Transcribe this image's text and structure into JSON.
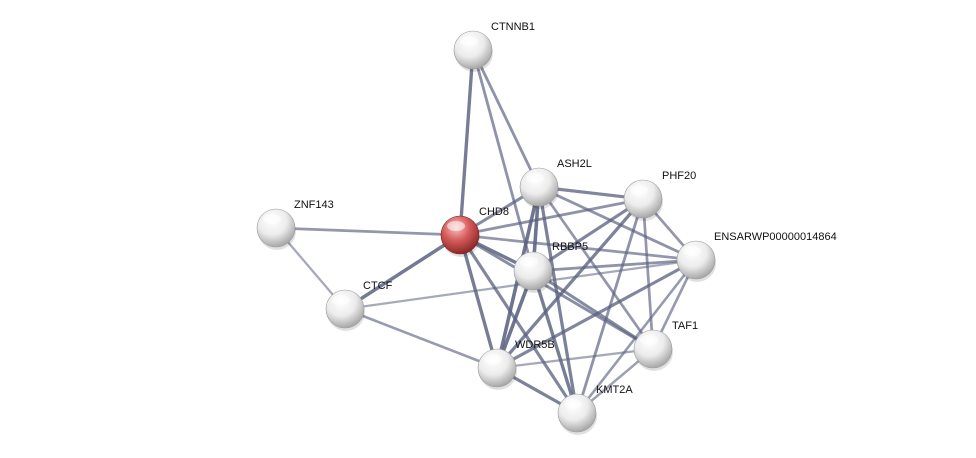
{
  "colors": {
    "edge": "#5a6080",
    "node_default": "#e6e6e6",
    "node_query": "#d24a4a"
  },
  "nodes": [
    {
      "id": "CTNNB1",
      "label": "CTNNB1",
      "query": false
    },
    {
      "id": "ASH2L",
      "label": "ASH2L",
      "query": false
    },
    {
      "id": "PHF20",
      "label": "PHF20",
      "query": false
    },
    {
      "id": "ZNF143",
      "label": "ZNF143",
      "query": false
    },
    {
      "id": "CHD8",
      "label": "CHD8",
      "query": true
    },
    {
      "id": "ENSARWP00000014864",
      "label": "ENSARWP00000014864",
      "query": false
    },
    {
      "id": "RBBP5",
      "label": "RBBP5",
      "query": false
    },
    {
      "id": "CTCF",
      "label": "CTCF",
      "query": false
    },
    {
      "id": "TAF1",
      "label": "TAF1",
      "query": false
    },
    {
      "id": "WDR5B",
      "label": "WDR5B",
      "query": false
    },
    {
      "id": "KMT2A",
      "label": "KMT2A",
      "query": false
    }
  ],
  "edges": [
    {
      "source": "CTNNB1",
      "target": "CHD8",
      "strength": 0.85
    },
    {
      "source": "CTNNB1",
      "target": "ASH2L",
      "strength": 0.6
    },
    {
      "source": "CTNNB1",
      "target": "RBBP5",
      "strength": 0.6
    },
    {
      "source": "ZNF143",
      "target": "CHD8",
      "strength": 0.55
    },
    {
      "source": "ZNF143",
      "target": "CTCF",
      "strength": 0.35
    },
    {
      "source": "CHD8",
      "target": "CTCF",
      "strength": 0.9
    },
    {
      "source": "CHD8",
      "target": "ASH2L",
      "strength": 0.7
    },
    {
      "source": "CHD8",
      "target": "RBBP5",
      "strength": 0.9
    },
    {
      "source": "CHD8",
      "target": "WDR5B",
      "strength": 0.85
    },
    {
      "source": "CHD8",
      "target": "KMT2A",
      "strength": 0.75
    },
    {
      "source": "CHD8",
      "target": "PHF20",
      "strength": 0.6
    },
    {
      "source": "CHD8",
      "target": "TAF1",
      "strength": 0.65
    },
    {
      "source": "CHD8",
      "target": "ENSARWP00000014864",
      "strength": 0.55
    },
    {
      "source": "CTCF",
      "target": "WDR5B",
      "strength": 0.5
    },
    {
      "source": "CTCF",
      "target": "ENSARWP00000014864",
      "strength": 0.35
    },
    {
      "source": "ASH2L",
      "target": "PHF20",
      "strength": 0.75
    },
    {
      "source": "ASH2L",
      "target": "RBBP5",
      "strength": 0.95
    },
    {
      "source": "ASH2L",
      "target": "WDR5B",
      "strength": 0.95
    },
    {
      "source": "ASH2L",
      "target": "KMT2A",
      "strength": 0.8
    },
    {
      "source": "ASH2L",
      "target": "TAF1",
      "strength": 0.55
    },
    {
      "source": "ASH2L",
      "target": "ENSARWP00000014864",
      "strength": 0.6
    },
    {
      "source": "PHF20",
      "target": "RBBP5",
      "strength": 0.75
    },
    {
      "source": "PHF20",
      "target": "WDR5B",
      "strength": 0.8
    },
    {
      "source": "PHF20",
      "target": "KMT2A",
      "strength": 0.6
    },
    {
      "source": "PHF20",
      "target": "TAF1",
      "strength": 0.55
    },
    {
      "source": "PHF20",
      "target": "ENSARWP00000014864",
      "strength": 0.55
    },
    {
      "source": "RBBP5",
      "target": "WDR5B",
      "strength": 0.95
    },
    {
      "source": "RBBP5",
      "target": "KMT2A",
      "strength": 0.85
    },
    {
      "source": "RBBP5",
      "target": "TAF1",
      "strength": 0.7
    },
    {
      "source": "RBBP5",
      "target": "ENSARWP00000014864",
      "strength": 0.6
    },
    {
      "source": "ENSARWP00000014864",
      "target": "WDR5B",
      "strength": 0.75
    },
    {
      "source": "ENSARWP00000014864",
      "target": "KMT2A",
      "strength": 0.5
    },
    {
      "source": "ENSARWP00000014864",
      "target": "TAF1",
      "strength": 0.5
    },
    {
      "source": "WDR5B",
      "target": "KMT2A",
      "strength": 0.8
    },
    {
      "source": "WDR5B",
      "target": "TAF1",
      "strength": 0.35
    },
    {
      "source": "TAF1",
      "target": "KMT2A",
      "strength": 0.45
    }
  ]
}
